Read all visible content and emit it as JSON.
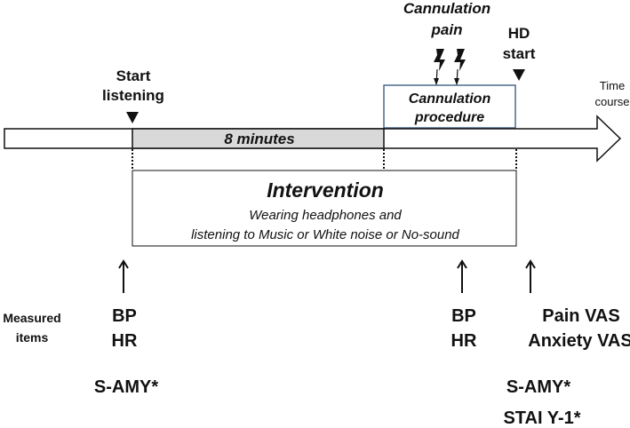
{
  "labels": {
    "start_listening": [
      "Start",
      "listening"
    ],
    "cannulation_pain": [
      "Cannulation",
      "pain"
    ],
    "hd_start": [
      "HD",
      "start"
    ],
    "time_course": [
      "Time",
      "course"
    ],
    "eight_minutes": "8 minutes",
    "cannulation_procedure": [
      "Cannulation",
      "procedure"
    ],
    "intervention_title": "Intervention",
    "intervention_desc": [
      "Wearing headphones and",
      "listening to Music or White noise or No-sound"
    ],
    "measured_items": [
      "Measured",
      "items"
    ]
  },
  "measures": {
    "start": {
      "vitals": [
        "BP",
        "HR"
      ],
      "saliva": "S-AMY*"
    },
    "after_cannulation": {
      "vitals": [
        "BP",
        "HR"
      ]
    },
    "hd_start": {
      "scales": [
        "Pain VAS",
        "Anxiety VAS"
      ],
      "saliva": "S-AMY*",
      "questionnaire": "STAI Y-1*"
    }
  },
  "colors": {
    "stroke": "#111111",
    "shaded_segment": "#d9d9d9",
    "procedure_box_border": "#4a6a8a"
  },
  "icons": {
    "pain": "lightning-bolt-icon",
    "marker": "down-triangle-icon",
    "measure": "up-arrow-icon"
  }
}
